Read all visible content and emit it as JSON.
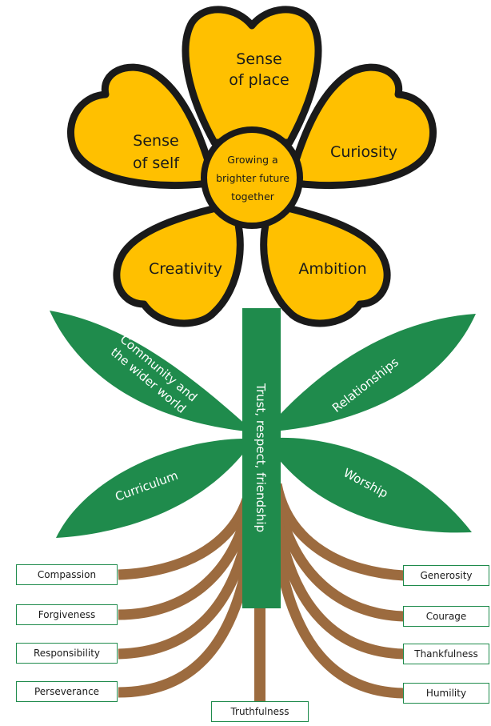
{
  "flower": {
    "center": [
      "Growing a",
      "brighter future",
      "together"
    ],
    "petals": {
      "top": [
        "Sense",
        "of place"
      ],
      "left": [
        "Sense",
        "of self"
      ],
      "right": "Curiosity",
      "bottom_left": "Creativity",
      "bottom_right": "Ambition"
    }
  },
  "stem": "Trust, respect, friendship",
  "leaves": {
    "top_left": [
      "Community and",
      "the wider world"
    ],
    "bottom_left": "Curriculum",
    "top_right": "Relationships",
    "bottom_right": "Worship"
  },
  "values": {
    "left": [
      "Compassion",
      "Forgiveness",
      "Responsibility",
      "Perseverance"
    ],
    "right": [
      "Generosity",
      "Courage",
      "Thankfulness",
      "Humility"
    ],
    "bottom": "Truthfulness"
  },
  "colors": {
    "petal": "#FFC000",
    "outline": "#1a1a1a",
    "leaf": "#1F8B4C",
    "root": "#9C6B3F"
  }
}
